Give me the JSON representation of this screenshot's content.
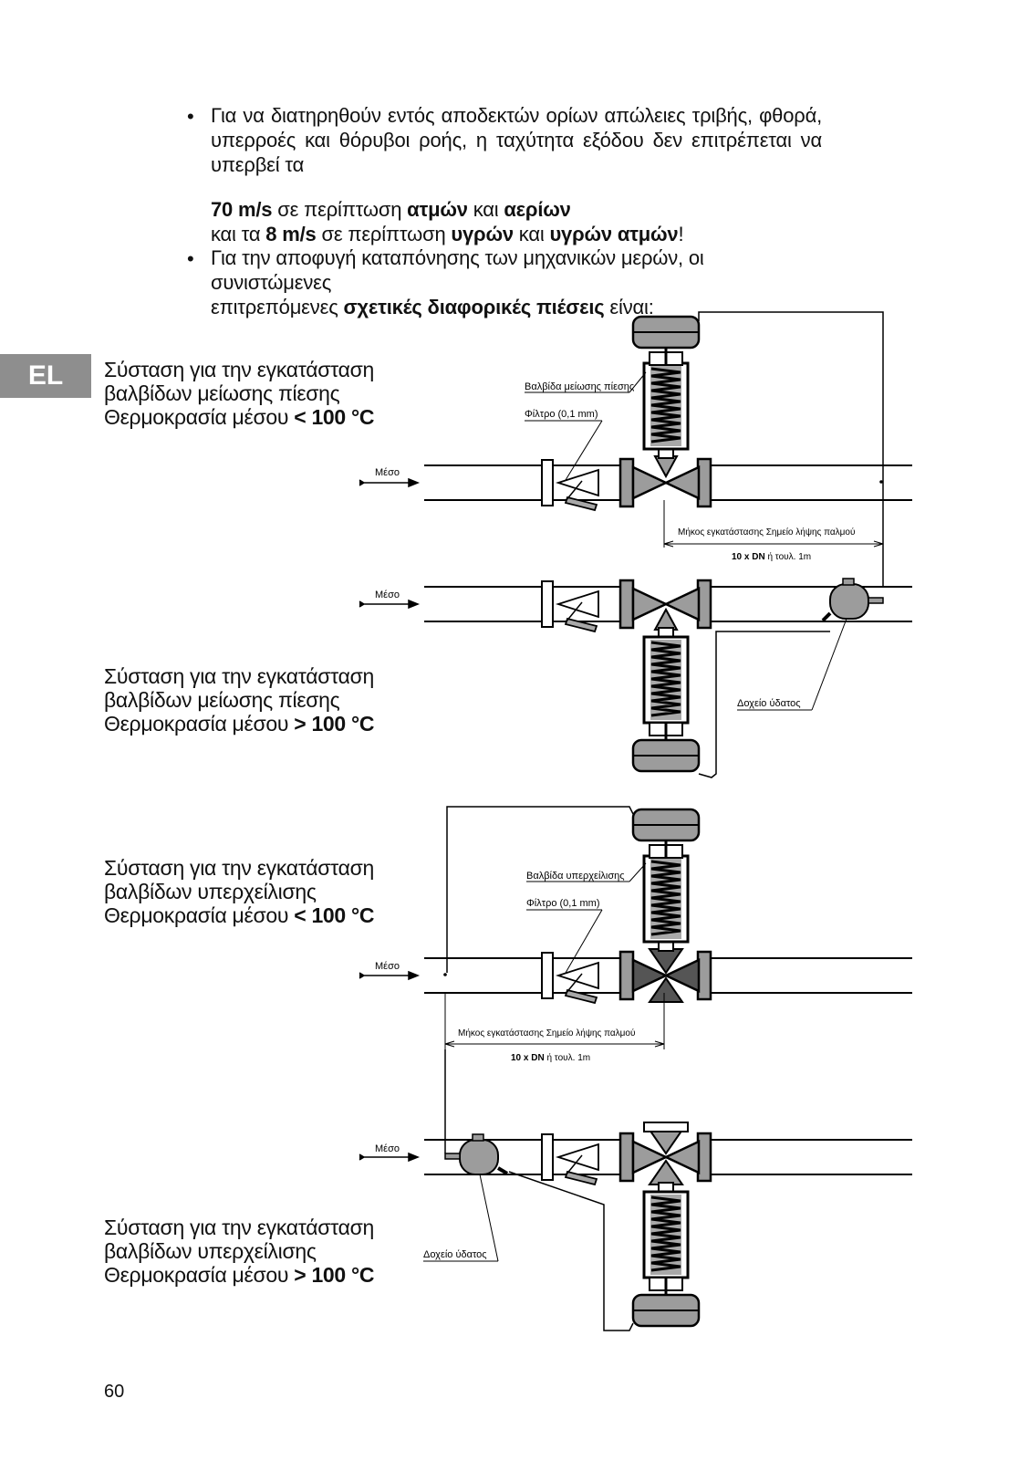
{
  "intro": {
    "b1_line1": "Για να διατηρηθούν εντός αποδεκτών ορίων απώλειες τριβής, φθορά,",
    "b1_line2": "υπερροές και θόρυβοι ροής, η ταχύτητα εξόδου δεν επιτρέπεται να",
    "b1_line3": "υπερβεί τα",
    "l4_a": "70 m/s",
    "l4_b": " σε περίπτωση ",
    "l4_c": "ατμών",
    "l4_d": " και ",
    "l4_e": "αερίων",
    "l5_a": "και τα ",
    "l5_b": "8 m/s",
    "l5_c": " σε περίπτωση ",
    "l5_d": "υγρών",
    "l5_e": " και ",
    "l5_f": "υγρών ατμών",
    "l5_g": "!",
    "b2_line1": "Για την αποφυγή καταπόνησης των μηχανικών μερών, οι συνιστώμενες",
    "b2_line2_a": "επιτρεπόμενες ",
    "b2_line2_b": "σχετικές διαφορικές πιέσεις",
    "b2_line2_c": " είναι:"
  },
  "lang_tab": "EL",
  "captions": [
    {
      "l1": "Σύσταση για την εγκατάσταση",
      "l2": "βαλβίδων μείωσης πίεσης",
      "l3": "Θερμοκρασία μέσου ",
      "cond": "< 100",
      "unit": " °C"
    },
    {
      "l1": "Σύσταση για την εγκατάσταση",
      "l2": "βαλβίδων μείωσης πίεσης",
      "l3": "Θερμοκρασία μέσου ",
      "cond": "> 100",
      "unit": " °C"
    },
    {
      "l1": "Σύσταση για την εγκατάσταση",
      "l2": "βαλβίδων υπερχείλισης",
      "l3": "Θερμοκρασία μέσου ",
      "cond": "< 100",
      "unit": " °C"
    },
    {
      "l1": "Σύσταση για την εγκατάσταση",
      "l2": "βαλβίδων υπερχείλισης",
      "l3": "Θερμοκρασία μέσου ",
      "cond": "> 100",
      "unit": " °C"
    }
  ],
  "labels": {
    "medium": "Μέσο",
    "reducing_valve": "Βαλβίδα μείωσης πίεσης",
    "overflow_valve": "Βαλβίδα υπερχείλισης",
    "filter": "Φίλτρο (0,1 mm)",
    "install_length": "Μήκος εγκατάστασης Σημείο λήψης παλμού",
    "dist_bold": "10 x DN",
    "dist_rest": " ή τουλ. 1m",
    "water_tank": "Δοχείο ύδατος"
  },
  "page_number": "60"
}
